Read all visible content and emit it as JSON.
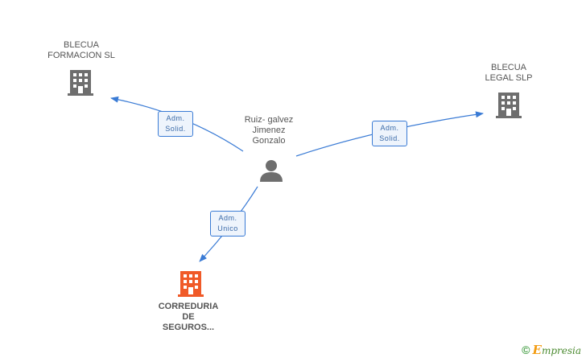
{
  "nodes": {
    "blecua_formacion": {
      "label": "BLECUA\nFORMACION SL"
    },
    "blecua_legal": {
      "label": "BLECUA\nLEGAL SLP"
    },
    "person": {
      "label": "Ruiz- galvez\nJimenez\nGonzalo"
    },
    "correduria": {
      "label": "CORREDURIA\nDE\nSEGUROS..."
    }
  },
  "edges": {
    "to_formacion": {
      "line1": "Adm.",
      "line2": "Solid."
    },
    "to_legal": {
      "line1": "Adm.",
      "line2": "Solid."
    },
    "to_correduria": {
      "line1": "Adm.",
      "line2": "Unico"
    }
  },
  "colors": {
    "edge": "#3a7bd5",
    "company": "#6e6e6e",
    "highlight_company": "#f05a28",
    "person": "#6e6e6e"
  },
  "footer": {
    "copyright": "©",
    "brand_initial": "E",
    "brand_rest": "mpresia"
  }
}
